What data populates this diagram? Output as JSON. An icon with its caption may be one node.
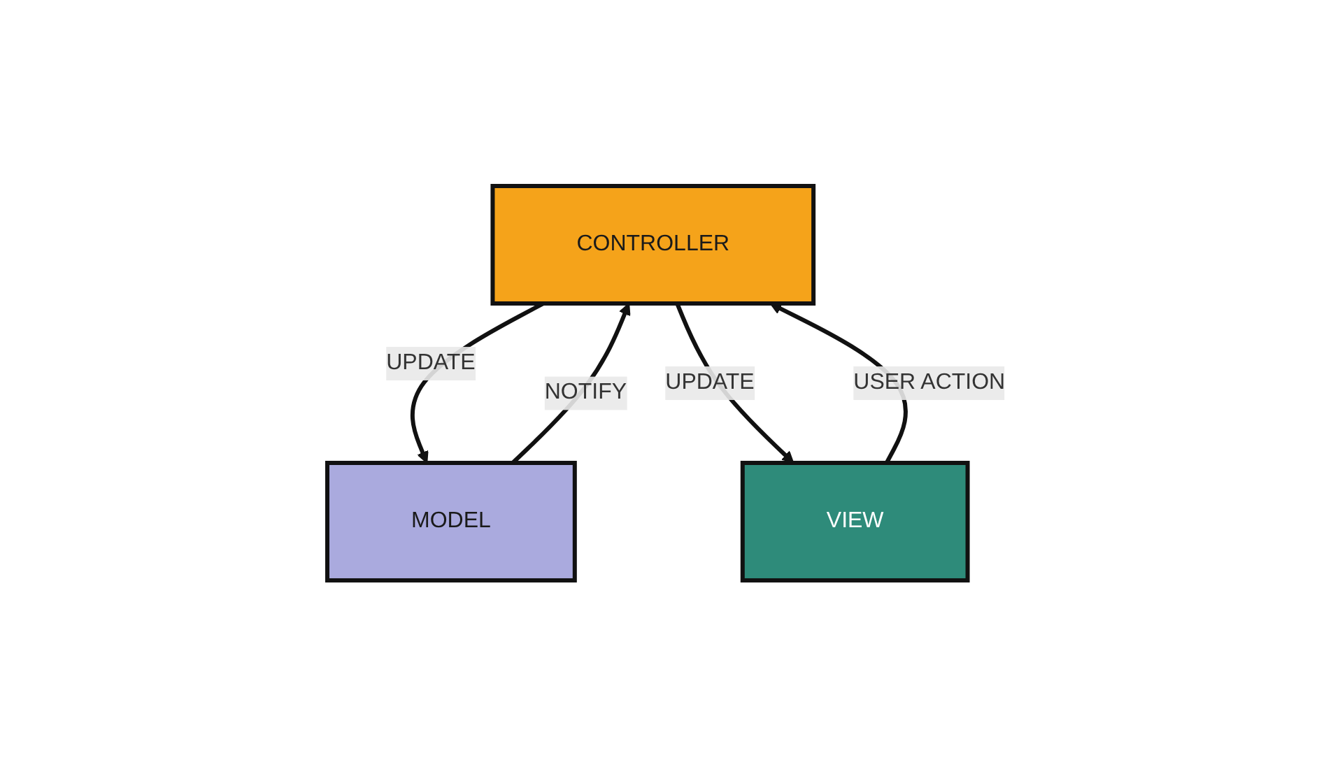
{
  "diagram": {
    "nodes": [
      {
        "text": [
          "CONTROLLER"
        ]
      },
      {
        "text": [
          "VIEW"
        ]
      },
      {
        "text": [
          "MODEL"
        ]
      }
    ],
    "edges": [
      {
        "from": 1,
        "to": 0,
        "arrow": "to",
        "label": "USER ACTION"
      },
      {
        "from": 0,
        "to": 2,
        "arrow": "to",
        "label": "UPDATE"
      },
      {
        "from": 0,
        "to": 1,
        "arrow": "to",
        "label": "UPDATE"
      },
      {
        "from": 2,
        "to": 0,
        "arrow": "to",
        "label": "NOTIFY"
      }
    ]
  }
}
